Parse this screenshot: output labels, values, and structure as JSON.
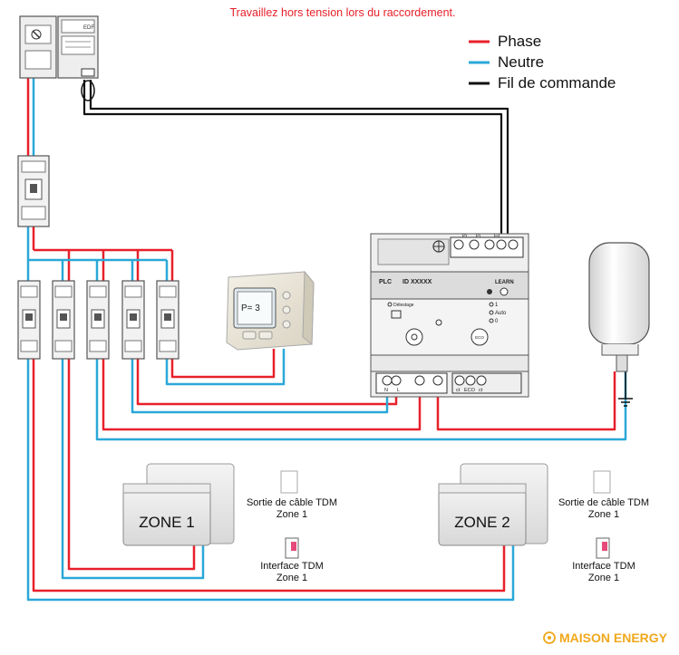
{
  "warning": "Travaillez hors tension lors du raccordement.",
  "legend": [
    {
      "label": "Phase",
      "color": "#e8202a"
    },
    {
      "label": "Neutre",
      "color": "#2aa8d8"
    },
    {
      "label": "Fil de commande",
      "color": "#111111"
    }
  ],
  "meter": {
    "brand": "EDF"
  },
  "controller": {
    "model": "PLC",
    "id": "ID XXXXX",
    "learn": "LEARN",
    "delestage": "Délestage",
    "led1": "1",
    "auto": "Auto",
    "led0": "0",
    "eco": "ECO",
    "terminals_top": [
      "Pi",
      "Pi",
      "Fil"
    ],
    "terminals_bottom_left": [
      "N",
      "L"
    ],
    "terminals_bottom_right": [
      "ct",
      "ECO",
      "ct"
    ]
  },
  "thermostat": {
    "display": "P= 3"
  },
  "zones": [
    {
      "label": "ZONE 1",
      "cable_exit": "Sortie de câble TDM\nZone 1",
      "interface": "Interface TDM\nZone 1"
    },
    {
      "label": "ZONE 2",
      "cable_exit": "Sortie de câble TDM\nZone 1",
      "interface": "Interface TDM\nZone 1"
    }
  ],
  "brand": "MAISON ENERGY",
  "colors": {
    "phase": "#e8202a",
    "neutre": "#2aa8d8",
    "commande": "#111111",
    "brand": "#f0a81c"
  }
}
